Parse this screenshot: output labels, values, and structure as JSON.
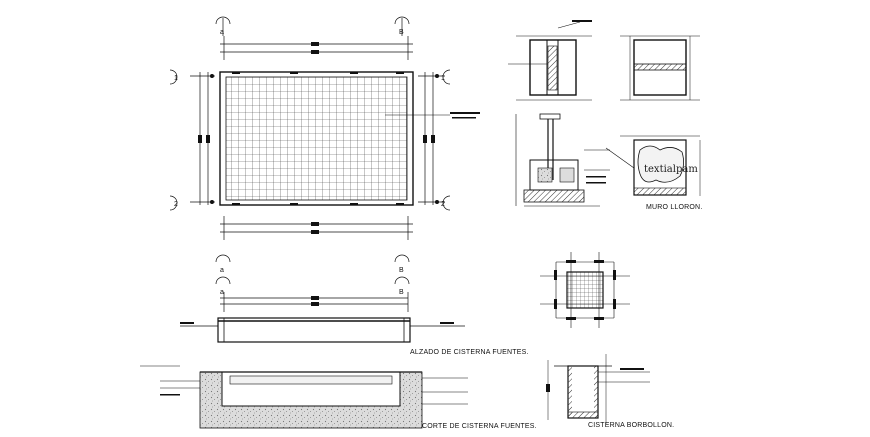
{
  "labels": {
    "elevation": "ALZADO DE CISTERNA FUENTES.",
    "section": "CORTE DE CISTERNA FUENTES.",
    "wall": "MURO LLORON.",
    "cistern_small": "CISTERNA BORBOLLON."
  },
  "axes": {
    "a": "a",
    "b": "B",
    "one": "1",
    "two": "2"
  },
  "watermark": "textialpam",
  "colors": {
    "line": "#111111",
    "grid": "#333333",
    "hatch": "#555555",
    "background": "#ffffff"
  }
}
